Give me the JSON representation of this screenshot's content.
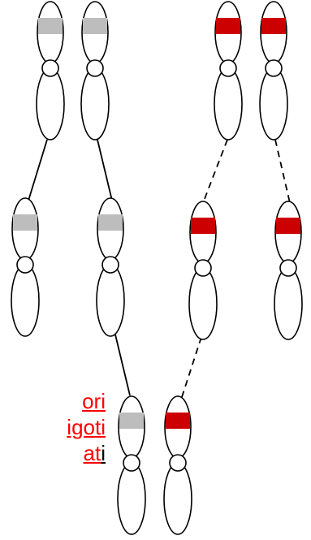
{
  "colors": {
    "outline": "#000000",
    "grey_band": "#bdbdbd",
    "red_band": "#cc0000",
    "label_red": "#ff0000"
  },
  "figure": {
    "labels": [
      {
        "red": "ori",
        "black": ""
      },
      {
        "red": "igoti",
        "black": ""
      },
      {
        "red": "at",
        "black": "i"
      }
    ]
  }
}
